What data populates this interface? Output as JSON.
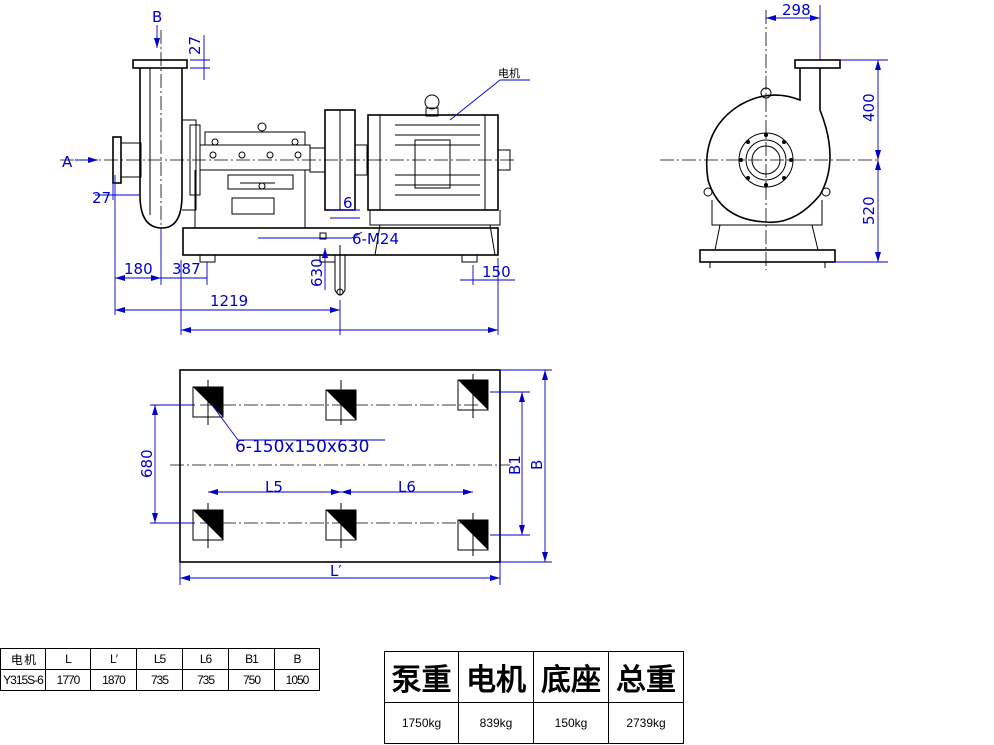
{
  "front_view": {
    "label_B_top": "B",
    "label_A": "A",
    "dim_27_top": "27",
    "dim_27_left": "27",
    "dim_180": "180",
    "dim_387": "387",
    "dim_1219": "1219",
    "dim_630": "630",
    "dim_150": "150",
    "dim_6": "6",
    "anchor_bolt": "6-M24",
    "motor_label": "电机"
  },
  "side_view": {
    "dim_298": "298",
    "dim_400": "400",
    "dim_520": "520"
  },
  "foundation_plan": {
    "hole_spec": "6-150x150x630",
    "dim_680": "680",
    "label_L5": "L5",
    "label_L6": "L6",
    "label_B1": "B1",
    "label_B": "B",
    "label_Lprime": "L′"
  },
  "dimension_table": {
    "headers": [
      "电 机",
      "L",
      "L′",
      "L5",
      "L6",
      "B1",
      "B"
    ],
    "row": [
      "Y315S-6",
      "1770",
      "1870",
      "735",
      "735",
      "750",
      "1050"
    ]
  },
  "weight_table": {
    "headers": [
      "泵重",
      "电机",
      "底座",
      "总重"
    ],
    "values": [
      "1750kg",
      "839kg",
      "150kg",
      "2739kg"
    ]
  }
}
